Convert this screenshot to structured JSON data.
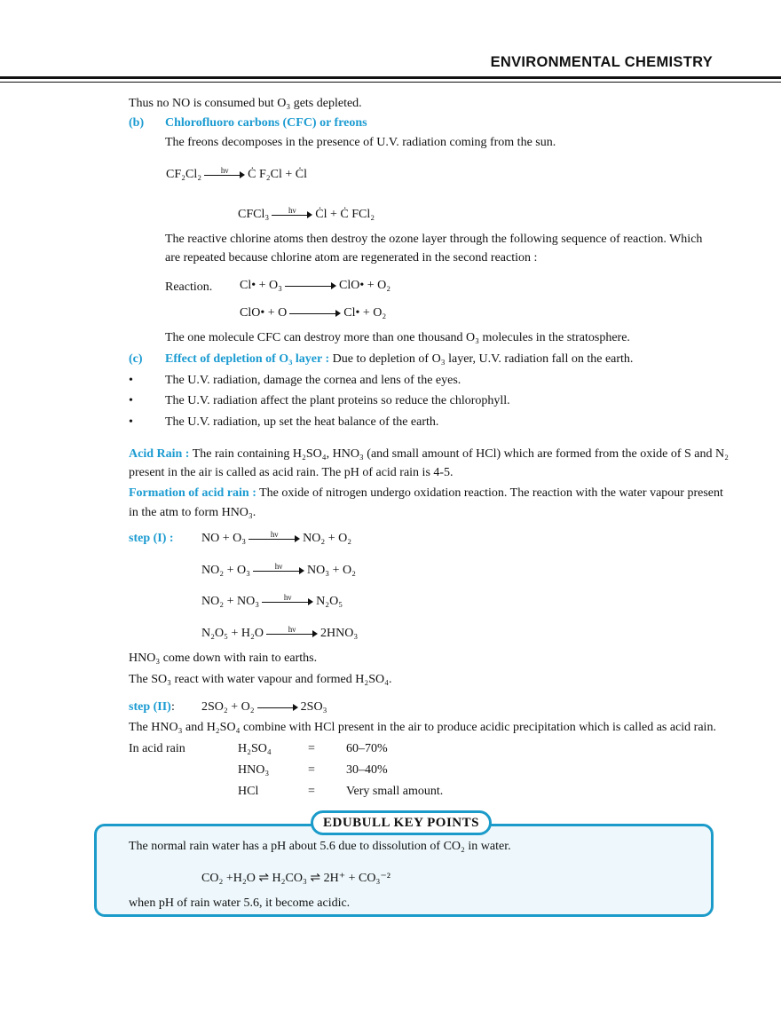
{
  "header": {
    "title": "ENVIRONMENTAL CHEMISTRY"
  },
  "lines": {
    "l1": "Thus no NO is consumed but O₃ gets depleted.",
    "b_label": "(b)",
    "b_title": "Chlorofluoro carbons (CFC) or freons",
    "b_text": "The freons decomposes in the presence of U.V. radiation coming from the sun.",
    "eq1_left": "CF₂Cl₂",
    "eq1_right": "Ċ F₂Cl + Ċl",
    "eq2_left": "CFCl₃",
    "eq2_right": "Ċl + Ċ FCl₂",
    "hv": "hν",
    "p1": "The reactive chlorine atoms then destroy the ozone layer through the following sequence of reaction. Which",
    "p2": "are repeated because chlorine atom are regenerated in the second reaction :",
    "reaction_label": "Reaction.",
    "r1_left": "Cl• + O₃",
    "r1_right": "ClO• + O₂",
    "r2_left": "ClO• + O",
    "r2_right": "Cl• + O₂",
    "p3": "The one molecule CFC can destroy more than one thousand O₃ molecules in the stratosphere.",
    "c_label": "(c)",
    "c_title": "Effect of depletion of O₃ layer :",
    "c_text": " Due to depletion of O₃ layer, U.V. radiation fall on the earth.",
    "bullets": [
      "The U.V. radiation, damage the cornea and lens of the eyes.",
      "The U.V. radiation affect the plant proteins so reduce the chlorophyll.",
      "The U.V. radiation, up set the heat balance of the earth."
    ],
    "acid_title": "Acid Rain :",
    "acid_text1": " The rain containing H₂SO₄, HNO₃ (and small amount of HCl) which are formed from the oxide of S and N₂",
    "acid_text2": "present in the air is called as acid rain. The pH of acid rain is 4-5.",
    "form_title": "Formation of acid rain :",
    "form_text1": " The oxide of nitrogen undergo oxidation reaction. The reaction with the water vapour present",
    "form_text2": "in the atm to form HNO₃.",
    "step1_label": "step (I) :",
    "step1": [
      {
        "l": "NO + O₃",
        "r": "NO₂ + O₂"
      },
      {
        "l": "NO₂ + O₃",
        "r": "NO₃ + O₂"
      },
      {
        "l": "NO₂ + NO₃",
        "r": "N₂O₅"
      },
      {
        "l": "N₂O₅ + H₂O",
        "r": "2HNO₃"
      }
    ],
    "hno3": "HNO₃ come down with rain to earths.",
    "so3": "The SO₃ react with water vapour and formed H₂SO₄.",
    "step2_label": "step (II)",
    "step2_colon": ":",
    "step2_l": "2SO₂ + O₂",
    "step2_r": "2SO₃",
    "combine": "The HNO₃ and H₂SO₄ combine with HCl present in the air to produce acidic precipitation which is called as acid rain.",
    "in_acid": "In acid rain",
    "composition": [
      {
        "k": "H₂SO₄",
        "eq": "=",
        "v": "60–70%"
      },
      {
        "k": "HNO₃",
        "eq": "=",
        "v": "30–40%"
      },
      {
        "k": "HCl",
        "eq": "=",
        "v": "Very small amount."
      }
    ]
  },
  "keypoints": {
    "title": "EDUBULL KEY POINTS",
    "t1": "The normal rain water has a pH about 5.6 due to dissolution of CO₂ in water.",
    "eq": "CO₂ +H₂O ⇌ H₂CO₃ ⇌ 2H⁺ + CO₃⁻²",
    "t2": "when pH of rain water 5.6, it become acidic."
  },
  "colors": {
    "accent": "#1b9bd1",
    "box_bg": "#eef8fc"
  }
}
